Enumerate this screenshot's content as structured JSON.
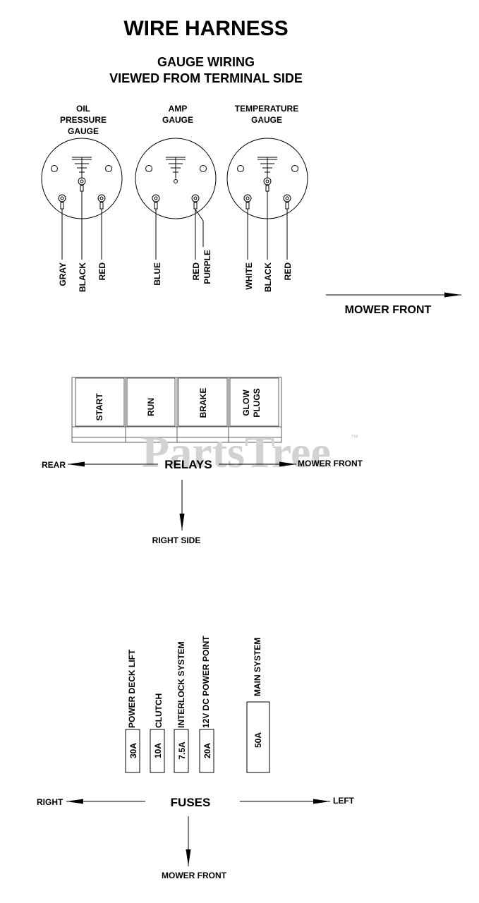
{
  "title": "WIRE HARNESS",
  "gauge_section": {
    "heading_line1": "GAUGE WIRING",
    "heading_line2": "VIEWED FROM TERMINAL SIDE",
    "gauges": [
      {
        "label_lines": [
          "OIL",
          "PRESSURE",
          "GAUGE"
        ],
        "wires": [
          "GRAY",
          "BLACK",
          "RED"
        ]
      },
      {
        "label_lines": [
          "AMP",
          "GAUGE"
        ],
        "wires": [
          "BLUE",
          "RED",
          "PURPLE"
        ]
      },
      {
        "label_lines": [
          "TEMPERATURE",
          "GAUGE"
        ],
        "wires": [
          "WHITE",
          "BLACK",
          "RED"
        ]
      }
    ],
    "direction_label": "MOWER FRONT"
  },
  "relay_section": {
    "relays": [
      {
        "label_lines": [
          "START"
        ]
      },
      {
        "label_lines": [
          "RUN"
        ]
      },
      {
        "label_lines": [
          "BRAKE"
        ]
      },
      {
        "label_lines": [
          "GLOW",
          "PLUGS"
        ]
      }
    ],
    "label": "RELAYS",
    "left_label": "REAR",
    "right_label": "MOWER FRONT",
    "down_label": "RIGHT SIDE"
  },
  "watermark": {
    "text": "PartsTree",
    "tm": "™"
  },
  "fuse_section": {
    "fuses": [
      {
        "rating": "30A",
        "name": "POWER DECK LIFT"
      },
      {
        "rating": "10A",
        "name": "CLUTCH"
      },
      {
        "rating": "7.5A",
        "name": "INTERLOCK SYSTEM"
      },
      {
        "rating": "20A",
        "name": "12V DC POWER POINT"
      },
      {
        "rating": "50A",
        "name": "MAIN SYSTEM"
      }
    ],
    "label": "FUSES",
    "left_label": "RIGHT",
    "right_label": "LEFT",
    "down_label": "MOWER FRONT"
  }
}
